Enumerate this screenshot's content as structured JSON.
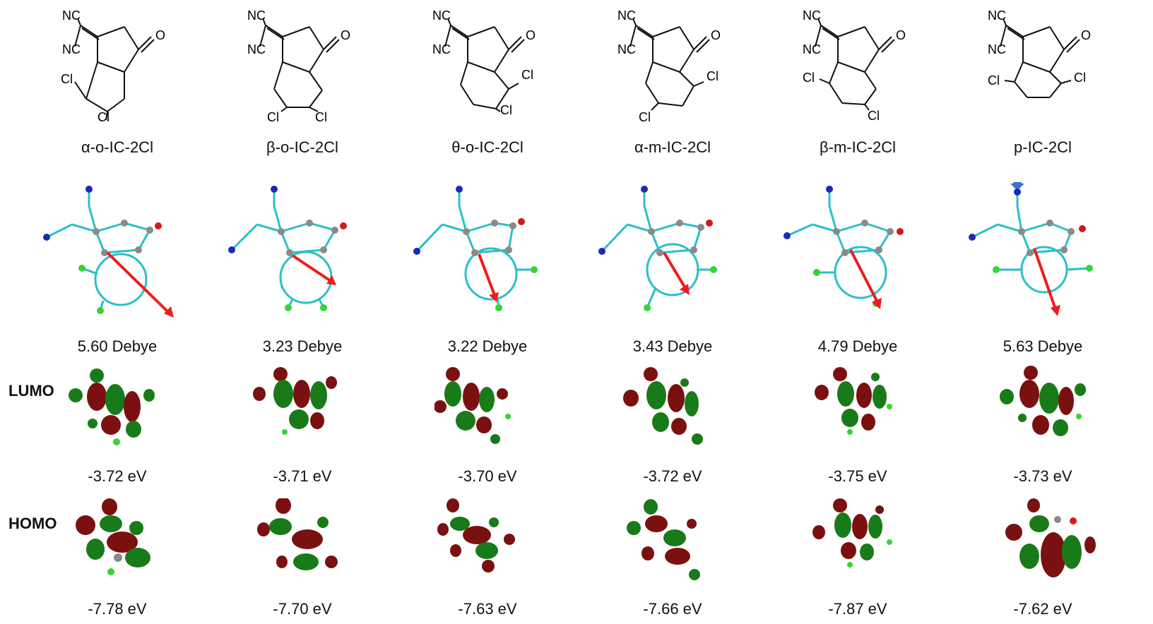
{
  "row_labels": {
    "lumo": "LUMO",
    "homo": "HOMO"
  },
  "atoms": {
    "nc": "NC",
    "o": "O",
    "cl": "Cl"
  },
  "molecules": [
    {
      "name": "α-o-IC-2Cl",
      "dipole": "5.60 Debye",
      "lumo": "-3.72 eV",
      "homo": "-7.78 eV"
    },
    {
      "name": "β-o-IC-2Cl",
      "dipole": "3.23 Debye",
      "lumo": "-3.71 eV",
      "homo": "-7.70 eV"
    },
    {
      "name": "θ-o-IC-2Cl",
      "dipole": "3.22 Debye",
      "lumo": "-3.70 eV",
      "homo": "-7.63 eV"
    },
    {
      "name": "α-m-IC-2Cl",
      "dipole": "3.43 Debye",
      "lumo": "-3.72 eV",
      "homo": "-7.66 eV"
    },
    {
      "name": "β-m-IC-2Cl",
      "dipole": "4.79 Debye",
      "lumo": "-3.75 eV",
      "homo": "-7.87 eV"
    },
    {
      "name": "p-IC-2Cl",
      "dipole": "5.63 Debye",
      "lumo": "-3.73 eV",
      "homo": "-7.62 eV"
    }
  ],
  "colors": {
    "bond": "#111111",
    "ball_bond": "#2bbfc7",
    "carbon": "#8a8a8a",
    "nitrogen": "#1a2bb8",
    "oxygen": "#d11a1a",
    "chlorine": "#35d435",
    "hydrogen": "#dddddd",
    "dipole_arrow": "#ee1c1c",
    "marker_arrow": "#3f6fd0",
    "lobe_red": "#7a1010",
    "lobe_green": "#197a19"
  }
}
